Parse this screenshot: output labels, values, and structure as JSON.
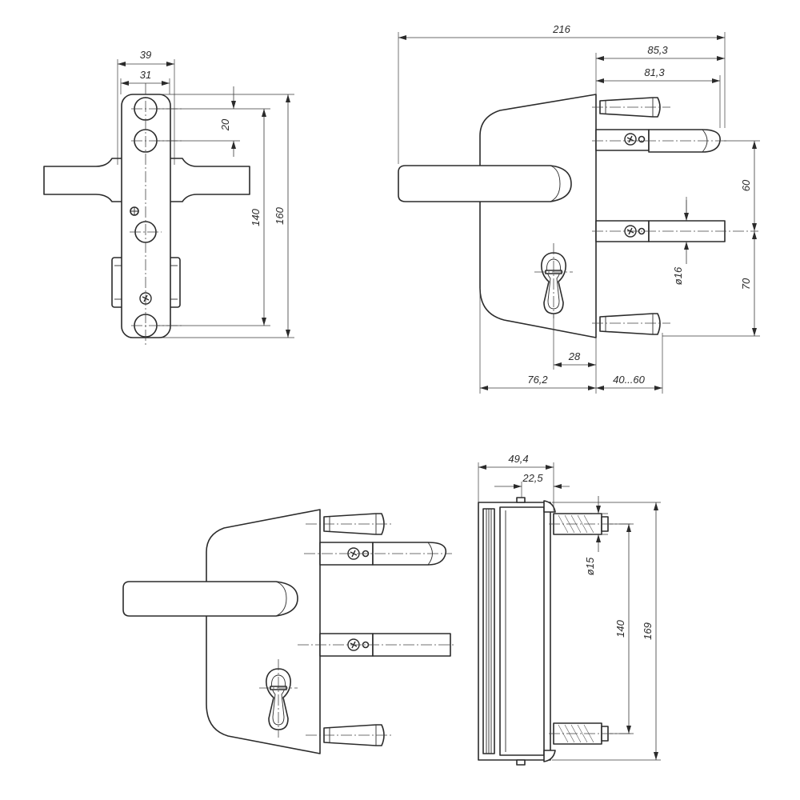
{
  "dimensions": {
    "front": {
      "w39": "39",
      "w31": "31",
      "h20": "20",
      "h140": "140",
      "h160": "160"
    },
    "side": {
      "w216": "216",
      "w85_3": "85,3",
      "w81_3": "81,3",
      "h60": "60",
      "d16": "ø16",
      "h70": "70",
      "w28": "28",
      "w76_2": "76,2",
      "w40_60": "40...60"
    },
    "rear": {
      "w49_4": "49,4",
      "w22_5": "22,5",
      "d15": "ø15",
      "h140": "140",
      "h169": "169"
    }
  },
  "colors": {
    "line": "#2b2b2b",
    "background": "#ffffff"
  }
}
